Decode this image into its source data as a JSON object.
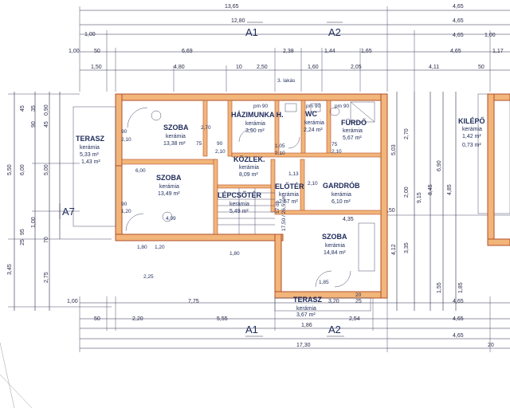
{
  "plan": {
    "unit_label": "3. lakás",
    "sections": {
      "a1_top": "A1",
      "a2_top": "A2",
      "a7": "A7",
      "a1_bottom": "A1",
      "a2_bottom": "A2"
    },
    "rooms": [
      {
        "id": "terasz_left",
        "name": "TERASZ",
        "material": "kerámia",
        "area": "5,33 m²",
        "extra": "1,43 m²"
      },
      {
        "id": "szoba1",
        "name": "SZOBA",
        "material": "kerámia",
        "area": "13,38 m²"
      },
      {
        "id": "haziminka",
        "name": "HÁZIMUNKA H.",
        "material": "kerámia",
        "area": "3,90 m²"
      },
      {
        "id": "wc",
        "name": "WC",
        "material": "kerámia",
        "area": "2,24 m²"
      },
      {
        "id": "furdo",
        "name": "FÜRDŐ",
        "material": "kerámia",
        "area": "5,67 m²"
      },
      {
        "id": "kozlek",
        "name": "KÖZLEK.",
        "material": "kerámia",
        "area": "8,09 m²"
      },
      {
        "id": "szoba2",
        "name": "SZOBA",
        "material": "kerámia",
        "area": "13,49 m²"
      },
      {
        "id": "lepcsoter",
        "name": "LÉPCSŐTÉR",
        "material": "kerámia",
        "area": "5,49 m²"
      },
      {
        "id": "eloter",
        "name": "ELŐTÉR",
        "material": "kerámia",
        "area": "2,57 m²"
      },
      {
        "id": "gardrob",
        "name": "GARDRÓB",
        "material": "kerámia",
        "area": "6,10 m²"
      },
      {
        "id": "szoba3",
        "name": "SZOBA",
        "material": "kerámia",
        "area": "14,84 m²"
      },
      {
        "id": "terasz_bottom",
        "name": "TERASZ",
        "material": "kerámia",
        "area": "3,67 m²"
      },
      {
        "id": "kilepo",
        "name": "KILÉPŐ",
        "material": "kerámia",
        "area": "1,42 m²",
        "extra": "0,73 m²"
      }
    ],
    "dims_top": [
      "13,65",
      "4,65",
      "12,80",
      "4,65",
      "1,00",
      "4,65",
      "1,00",
      "1,00",
      "50",
      "6,69",
      "2,38",
      "1,44",
      "1,65",
      "4,65",
      "1,17",
      "1,50",
      "4,80",
      "10",
      "2,50",
      "1,60",
      "2,05",
      "4,11",
      "50"
    ],
    "dims_bottom": [
      "1,00",
      "7,75",
      "3,20",
      "25",
      "4,65",
      "50",
      "2,20",
      "5,55",
      "2,54",
      "4,65",
      "1,86",
      "4,65",
      "17,30",
      "20"
    ],
    "dims_left": [
      "5,50",
      "6,00",
      "5,00",
      "3,45",
      "2,75",
      "25",
      "70",
      "95",
      "45",
      "90",
      "35",
      "45",
      "1,00",
      "0,90"
    ],
    "dims_right": [
      "5,03",
      "2,70",
      "9,15",
      "8,45",
      "6,90",
      "4,85",
      "4,12",
      "3,35",
      "2,00",
      "1,55",
      "1,85",
      "4,35",
      "1,50"
    ],
    "door_labels": [
      "90",
      "2,10",
      "75",
      "2,10",
      "90",
      "2,10",
      "1,05",
      "2,10",
      "75",
      "2,10",
      "90",
      "1,20",
      "1,80",
      "2,25",
      "1,13",
      "1,20",
      "1,80",
      "1,85",
      "6,00",
      "2,70"
    ],
    "misc": [
      "pm 90",
      "pm 90",
      "pm 90",
      "17 db",
      "17,50 / 26,5 cm",
      "4,09",
      "20"
    ]
  }
}
